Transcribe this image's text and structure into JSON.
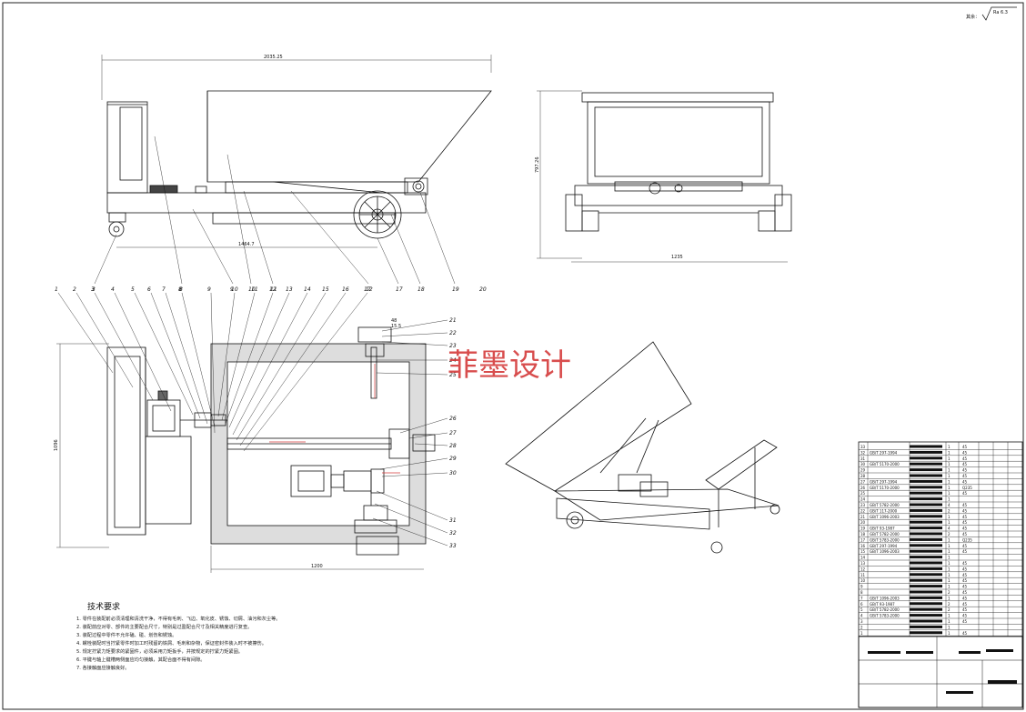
{
  "roughness": {
    "label": "其余：",
    "value": "Ra 6.3"
  },
  "dimensions": {
    "side_total_length": "2035.25",
    "side_wheelbase": "1464.7",
    "front_height": "797.26",
    "front_width": "1235",
    "plan_height": "1096",
    "plan_width": "1200",
    "small_dim_1": "48",
    "small_dim_2": "15.5"
  },
  "callouts_side": [
    "3",
    "8",
    "9",
    "10",
    "11",
    "12",
    "17",
    "18",
    "19",
    "20"
  ],
  "callouts_plan_top": [
    "1",
    "2",
    "3",
    "4",
    "5",
    "6",
    "7",
    "8",
    "9",
    "10",
    "11",
    "12",
    "13",
    "14",
    "15",
    "16",
    "17"
  ],
  "callouts_plan_right": [
    "21",
    "22",
    "23",
    "24",
    "25",
    "26",
    "27",
    "28",
    "29",
    "30",
    "31",
    "32",
    "33"
  ],
  "watermark": "菲墨设计",
  "tech_requirements": {
    "title": "技术要求",
    "items": [
      "1. 零件在装配前必须清理和清洗干净，不得有毛刺、飞边、氧化皮、锈蚀、切屑、油污和灰尘等。",
      "2. 装配前应对零、部件的主要配合尺寸，特别是过盈配合尺寸及相关精度进行复查。",
      "3. 装配过程中零件不允许磕、碰、划伤和锈蚀。",
      "4. 螺栓装配时当拧紧零件时加工时残留的铁屑、毛刺和杂物，保证密封件装入时不被擦伤。",
      "5. 规定拧紧力矩要求的紧固件，必须采用力矩扳手，并按规定的拧紧力矩紧固。",
      "6. 平键与轴上键槽两侧面应均匀接触，其配合面不得有间隙。",
      "7. 各接触面应接触良好。"
    ]
  },
  "bom_rows": [
    {
      "no": "33",
      "std": "",
      "qty": "1",
      "mat": "45"
    },
    {
      "no": "32",
      "std": "GB/T 297-1994",
      "qty": "1",
      "mat": "45"
    },
    {
      "no": "31",
      "std": "",
      "qty": "1",
      "mat": "45"
    },
    {
      "no": "30",
      "std": "GB/T 5170-2000",
      "qty": "1",
      "mat": "45"
    },
    {
      "no": "29",
      "std": "",
      "qty": "1",
      "mat": "45"
    },
    {
      "no": "28",
      "std": "",
      "qty": "1",
      "mat": "45"
    },
    {
      "no": "27",
      "std": "GB/T 297-1994",
      "qty": "1",
      "mat": "45"
    },
    {
      "no": "26",
      "std": "GB/T 5170-2000",
      "qty": "1",
      "mat": "Q235"
    },
    {
      "no": "25",
      "std": "",
      "qty": "1",
      "mat": "45"
    },
    {
      "no": "24",
      "std": "",
      "qty": "1",
      "mat": ""
    },
    {
      "no": "23",
      "std": "GB/T 5782-2000",
      "qty": "4",
      "mat": "45"
    },
    {
      "no": "22",
      "std": "GB/T 117-2000",
      "qty": "2",
      "mat": "45"
    },
    {
      "no": "21",
      "std": "GB/T 1096-2003",
      "qty": "1",
      "mat": "45"
    },
    {
      "no": "20",
      "std": "",
      "qty": "1",
      "mat": "45"
    },
    {
      "no": "19",
      "std": "GB/T 93-1987",
      "qty": "4",
      "mat": "45"
    },
    {
      "no": "18",
      "std": "GB/T 5782-2000",
      "qty": "2",
      "mat": "45"
    },
    {
      "no": "17",
      "std": "GB/T 5783-2000",
      "qty": "1",
      "mat": "Q235"
    },
    {
      "no": "16",
      "std": "GB/T 297-1994",
      "qty": "1",
      "mat": "45"
    },
    {
      "no": "15",
      "std": "GB/T 1096-2003",
      "qty": "1",
      "mat": "45"
    },
    {
      "no": "14",
      "std": "",
      "qty": "1",
      "mat": ""
    },
    {
      "no": "13",
      "std": "",
      "qty": "1",
      "mat": "45"
    },
    {
      "no": "12",
      "std": "",
      "qty": "1",
      "mat": "45"
    },
    {
      "no": "11",
      "std": "",
      "qty": "1",
      "mat": "45"
    },
    {
      "no": "10",
      "std": "",
      "qty": "1",
      "mat": "45"
    },
    {
      "no": "9",
      "std": "",
      "qty": "1",
      "mat": "45"
    },
    {
      "no": "8",
      "std": "",
      "qty": "2",
      "mat": "45"
    },
    {
      "no": "7",
      "std": "GB/T 1096-2003",
      "qty": "1",
      "mat": "45"
    },
    {
      "no": "6",
      "std": "GB/T 93-1987",
      "qty": "2",
      "mat": "45"
    },
    {
      "no": "5",
      "std": "GB/T 5782-2000",
      "qty": "2",
      "mat": "45"
    },
    {
      "no": "4",
      "std": "GB/T 5783-2000",
      "qty": "1",
      "mat": "45"
    },
    {
      "no": "3",
      "std": "",
      "qty": "1",
      "mat": "45"
    },
    {
      "no": "2",
      "std": "",
      "qty": "1",
      "mat": ""
    },
    {
      "no": "1",
      "std": "",
      "qty": "1",
      "mat": "45"
    }
  ]
}
